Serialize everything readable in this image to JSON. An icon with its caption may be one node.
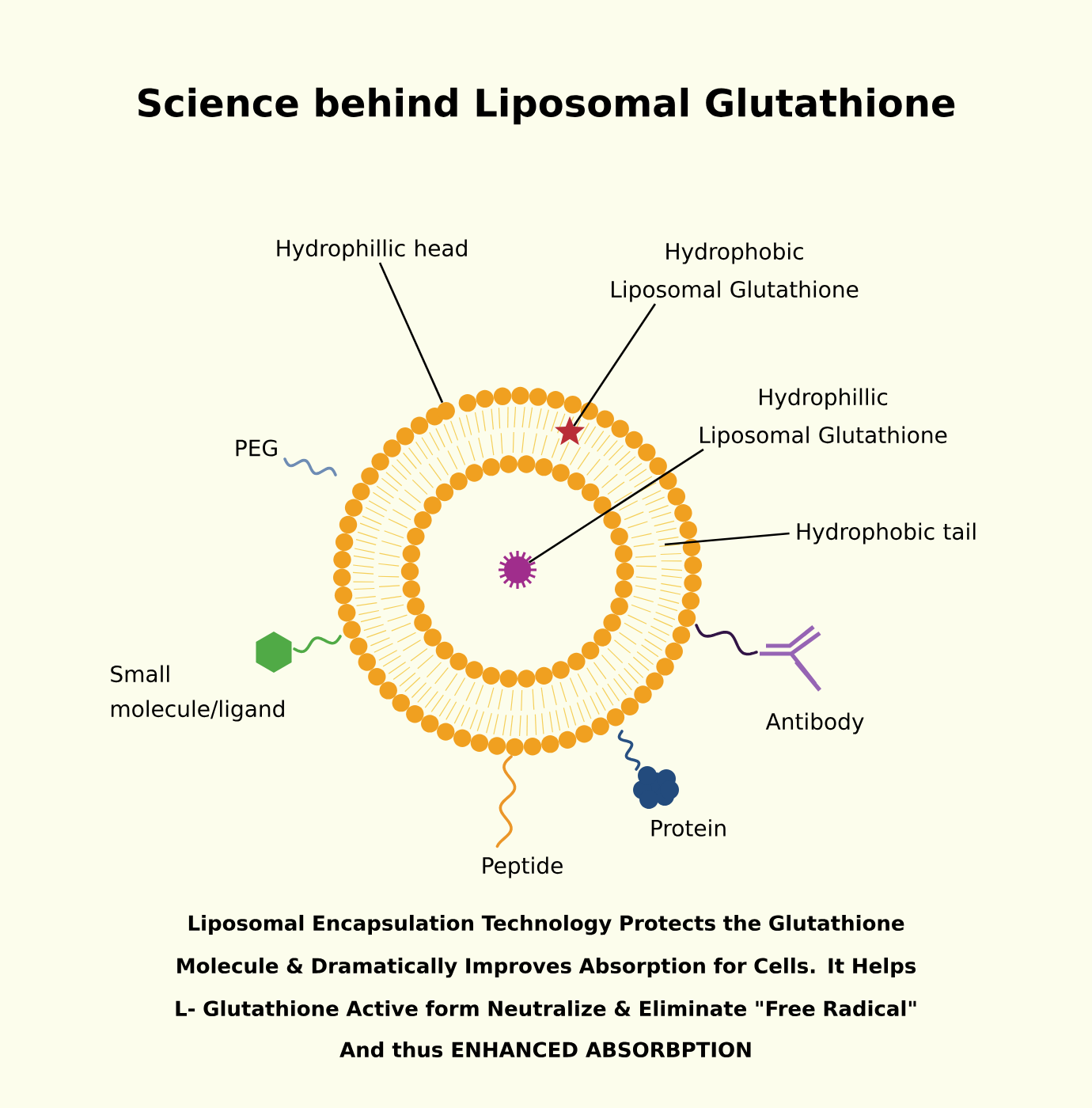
{
  "diagram": {
    "title": "Science behind Liposomal Glutathione",
    "caption": "Liposomal Encapsulation Technology Protects the Glutathione Molecule & Dramatically Improves Absorption for Cells. It Helps L- Glutathione Active form Neutralize & Eliminate \"Free Radical\"",
    "nodes": [
      {
        "text": [
          "Hydrophillic head"
        ]
      },
      {
        "text": [
          "Hydrophobic Liposomal Glutathione"
        ]
      },
      {
        "text": [
          "Hydrophillic Liposomal Glutathione"
        ]
      },
      {
        "text": [
          "Hydrophobic tail"
        ]
      },
      {
        "text": [],
        "shape": "circle"
      },
      {
        "text": [],
        "shape": "star"
      },
      {
        "text": [],
        "shape": "circle"
      }
    ],
    "edges": [
      {
        "from": 0,
        "to": 4,
        "arrow": "none"
      },
      {
        "from": 1,
        "to": 5,
        "arrow": "none"
      },
      {
        "from": 2,
        "to": 6,
        "arrow": "none"
      },
      {
        "from": 3,
        "to": null,
        "arrow": "none"
      }
    ],
    "labels": [
      "PEG",
      "Small molecule/ligand",
      "Antibody",
      "Protein",
      "Peptide",
      "And thus ENHANCED ABSORBPTION"
    ]
  }
}
